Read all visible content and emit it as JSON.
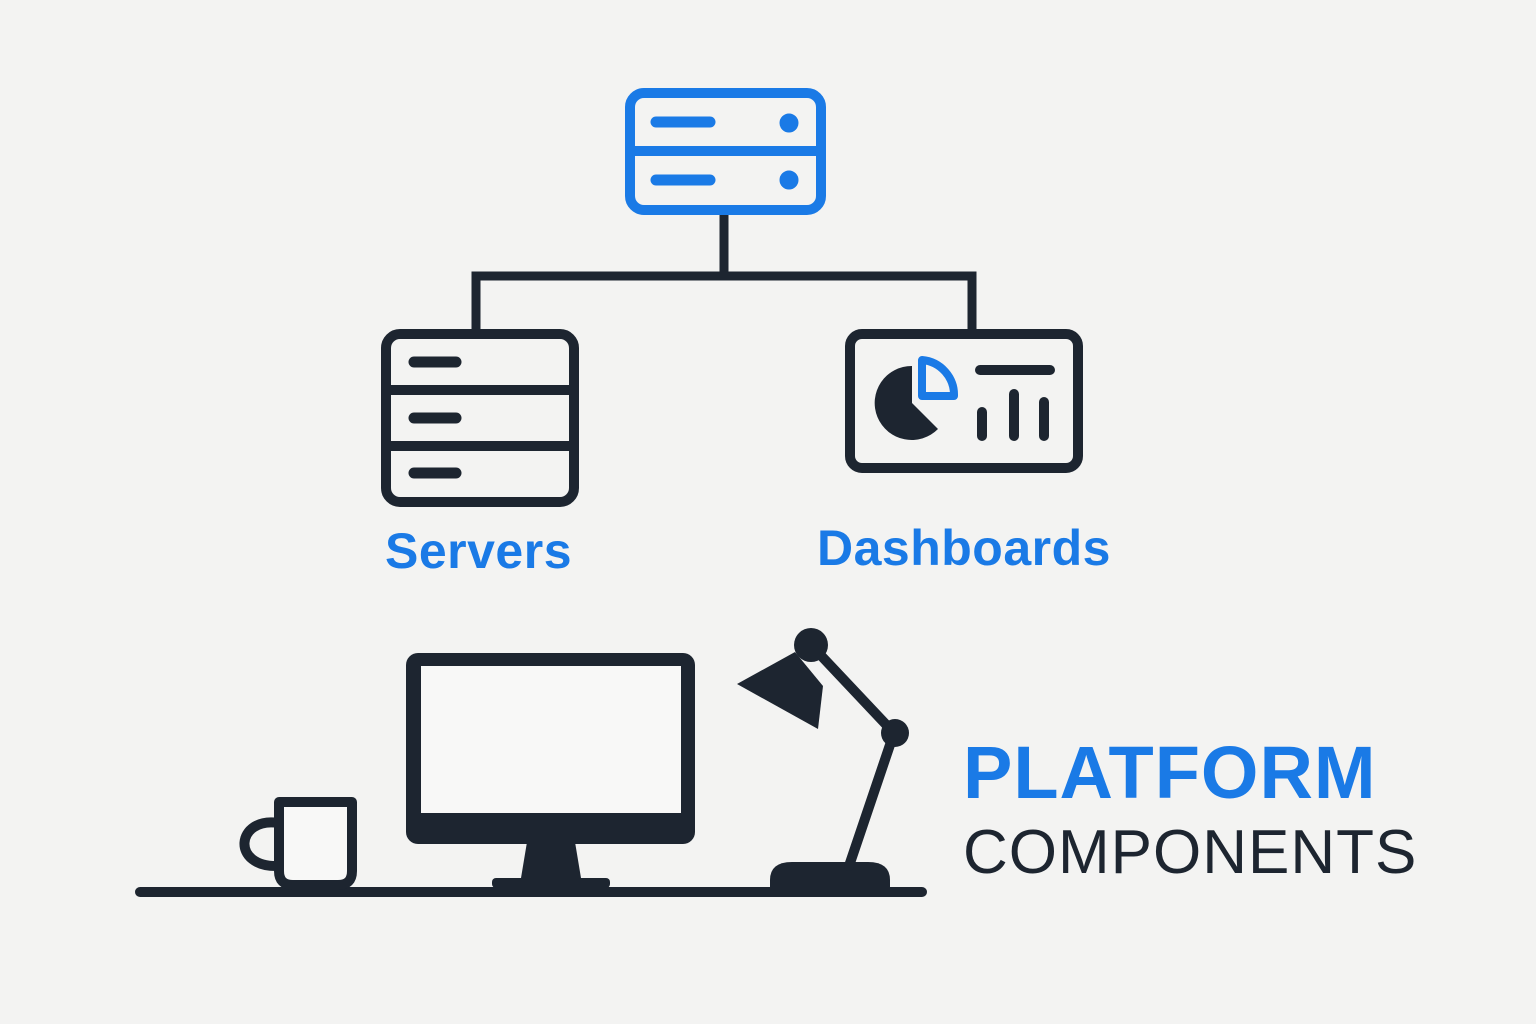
{
  "colors": {
    "background": "#f3f3f2",
    "accent": "#1a7ae6",
    "ink": "#1d2530",
    "screen": "#f8f8f7"
  },
  "icons": {
    "top": "server-rack-icon",
    "left": "server-stack-icon",
    "right": "dashboard-chart-icon",
    "scene": [
      "desk-icon",
      "mug-icon",
      "monitor-icon",
      "desk-lamp-icon"
    ]
  },
  "nodes": {
    "servers": {
      "label": "Servers"
    },
    "dashboards": {
      "label": "Dashboards"
    }
  },
  "title": {
    "line1": "PLATFORM",
    "line2": "COMPONENTS"
  }
}
